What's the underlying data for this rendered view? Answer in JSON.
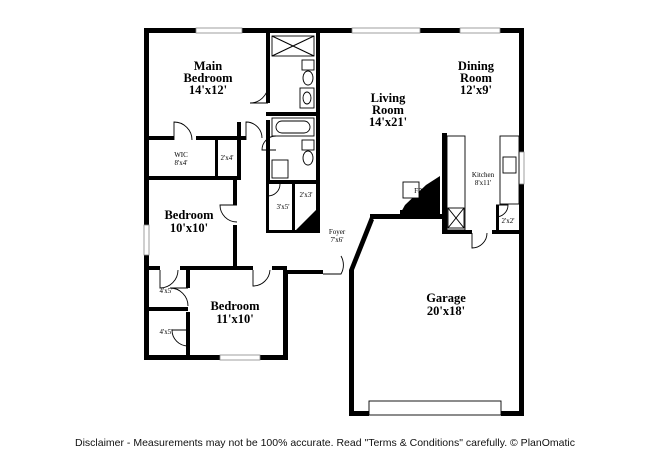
{
  "rooms": {
    "main_bedroom": {
      "name": "Main\nBedroom",
      "size": "14'x12'"
    },
    "wic": {
      "name": "WIC",
      "size": "8'x4'"
    },
    "closet_2x4": {
      "size": "2'x4'"
    },
    "bedroom_1": {
      "name": "Bedroom",
      "size": "10'x10'"
    },
    "closet_4x5_a": {
      "size": "4'x5'"
    },
    "closet_4x5_b": {
      "size": "4'x5'"
    },
    "bedroom_2": {
      "name": "Bedroom",
      "size": "11'x10'"
    },
    "bath_3x5": {
      "size": "3'x5'"
    },
    "closet_2x3": {
      "size": "2'x3'"
    },
    "living_room": {
      "name": "Living\nRoom",
      "size": "14'x21'"
    },
    "dining_room": {
      "name": "Dining\nRoom",
      "size": "12'x9'"
    },
    "kitchen": {
      "name": "Kitchen",
      "size": "8'x11'"
    },
    "pantry_2x2": {
      "size": "2'x2'"
    },
    "fireplace": {
      "name": "FP"
    },
    "foyer": {
      "name": "Foyer",
      "size": "7'x6'"
    },
    "garage": {
      "name": "Garage",
      "size": "20'x18'"
    }
  },
  "disclaimer": "Disclaimer - Measurements may not be 100% accurate. Read \"Terms & Conditions\" carefully. © PlanOmatic"
}
